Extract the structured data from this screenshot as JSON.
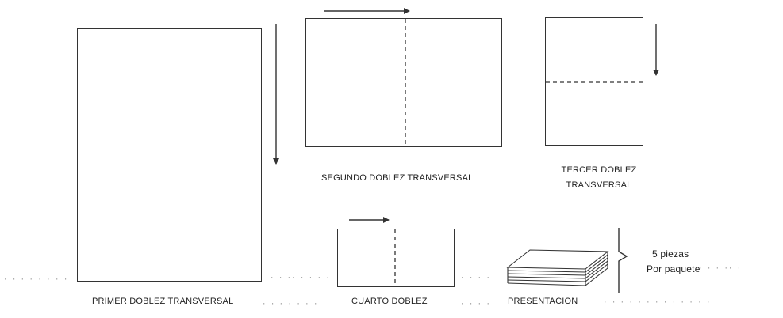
{
  "labels": {
    "primer": "PRIMER DOBLEZ TRANSVERSAL",
    "segundo": "SEGUNDO DOBLEZ TRANSVERSAL",
    "tercer_line1": "TERCER DOBLEZ",
    "tercer_line2": "TRANSVERSAL",
    "cuarto": "CUARTO DOBLEZ",
    "presentacion": "PRESENTACION",
    "piezas": "5 piezas",
    "paquete": "Por paquete"
  },
  "colors": {
    "stroke": "#333333",
    "noise": "#9a9a9a"
  }
}
